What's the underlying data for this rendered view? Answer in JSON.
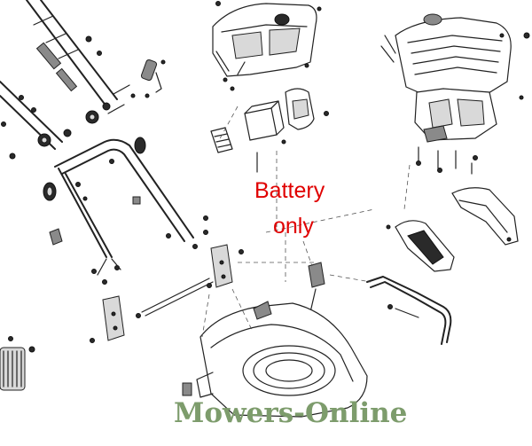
{
  "annotation": {
    "line1": "Battery",
    "line2": "only",
    "color": "#e00000"
  },
  "watermark": {
    "text": "Mowers-Online",
    "color": "#7d9c6c"
  },
  "icons": {
    "engine": "engine-icon",
    "battery": "battery-icon",
    "handle": "handle-icon",
    "deck": "mower-deck-icon"
  }
}
